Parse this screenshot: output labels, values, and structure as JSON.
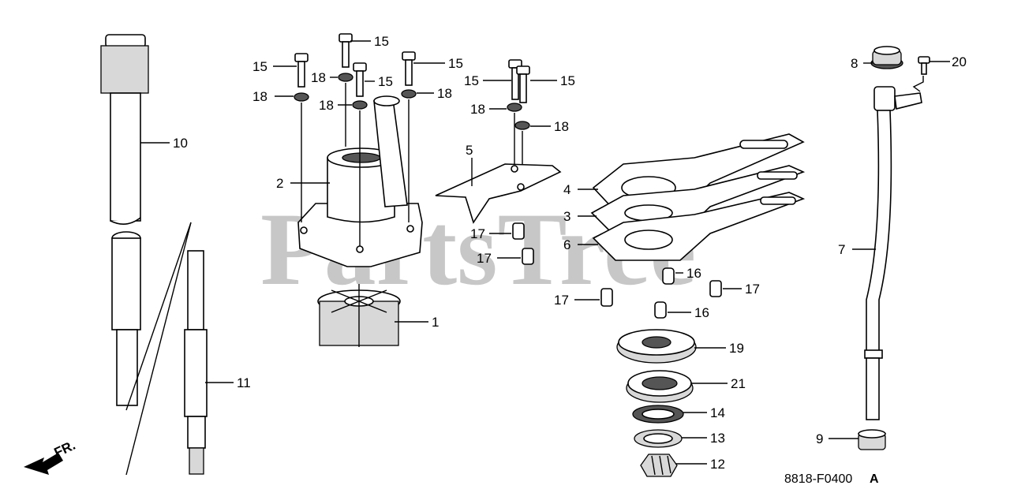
{
  "watermark": "PartsTree",
  "diagram_code": "8818-F0400",
  "diagram_code_suffix": "A",
  "direction_label": "FR.",
  "callouts": {
    "c1": "1",
    "c2": "2",
    "c3": "3",
    "c4": "4",
    "c5": "5",
    "c6": "6",
    "c7": "7",
    "c8": "8",
    "c9": "9",
    "c10": "10",
    "c11": "11",
    "c12": "12",
    "c13": "13",
    "c14": "14",
    "c15": "15",
    "c16": "16",
    "c17": "17",
    "c18": "18",
    "c19": "19",
    "c20": "20",
    "c21": "21"
  }
}
